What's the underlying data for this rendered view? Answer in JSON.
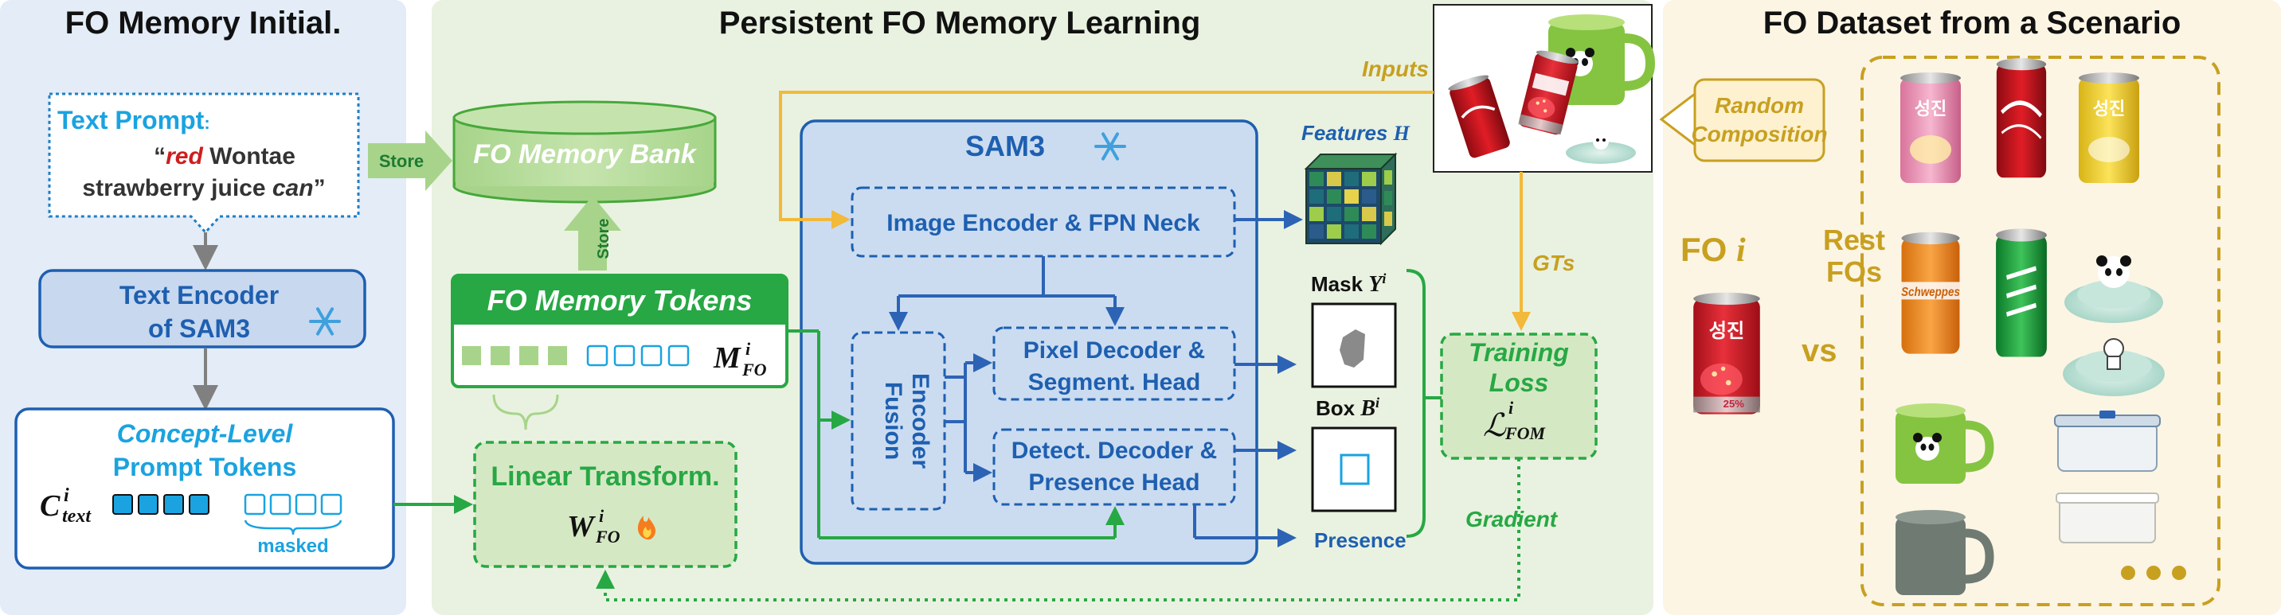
{
  "panels": {
    "initial": {
      "title": "FO Memory Initial."
    },
    "learning": {
      "title": "Persistent FO Memory Learning"
    },
    "dataset": {
      "title": "FO Dataset from a Scenario"
    }
  },
  "text_prompt": {
    "label": "Text Prompt",
    "colon": ":",
    "open_quote": "“",
    "word_red": "red",
    "brand": " Wontae",
    "line2_start": "strawberry juice ",
    "word_can": "can",
    "close_quote": "”"
  },
  "store_label": "Store",
  "store_vertical_label": "Store",
  "memory_bank": "FO Memory Bank",
  "text_encoder": {
    "line1": "Text Encoder",
    "line2": "of SAM3"
  },
  "concept_tokens": {
    "line1": "Concept-Level",
    "line2": "Prompt Tokens",
    "masked": "masked"
  },
  "symbols": {
    "C": "C",
    "C_sup": "i",
    "C_sub": "text",
    "M": "M",
    "M_sup": "i",
    "M_sub": "FO",
    "W": "W",
    "W_sup": "i",
    "W_sub": "FO",
    "L": "ℒ",
    "L_sup": "i",
    "L_sub": "FOM",
    "Y": "Y",
    "Y_sup": "i",
    "B": "B",
    "B_sup": "i",
    "H": "H"
  },
  "memory_tokens": {
    "title": "FO Memory Tokens"
  },
  "linear_transform": {
    "title": "Linear Transform."
  },
  "sam3": {
    "title": "SAM3",
    "image_encoder": "Image Encoder & FPN Neck",
    "fusion_encoder": [
      "Fusion",
      "Encoder"
    ],
    "pixel_decoder": [
      "Pixel Decoder &",
      "Segment. Head"
    ],
    "detect_decoder": [
      "Detect. Decoder &",
      "Presence Head"
    ]
  },
  "outputs": {
    "features": "Features ",
    "mask": "Mask ",
    "box": "Box ",
    "presence": "Presence"
  },
  "flow_labels": {
    "inputs": "Inputs",
    "gts": "GTs",
    "gradient": "Gradient"
  },
  "training_loss": {
    "line1": "Training",
    "line2": "Loss"
  },
  "random_composition": {
    "line1": "Random",
    "line2": "Composition"
  },
  "dataset": {
    "fo_label": "FO ",
    "fo_index": "i",
    "vs": "vs",
    "rest_line1": "Rest",
    "rest_line2": "FOs",
    "can_text_korean": "성진",
    "can_text_percent": "25%",
    "schweppes": "Schweppes"
  },
  "colors": {
    "blue_dark": "#1e5fb0",
    "cyan": "#1aa3e0",
    "green": "#27a844",
    "gold": "#c8a020",
    "orange": "#f2b93a",
    "panel_blue": "#e3ecf7",
    "panel_green": "#e9f2e0",
    "panel_cream": "#fcf5e4"
  }
}
